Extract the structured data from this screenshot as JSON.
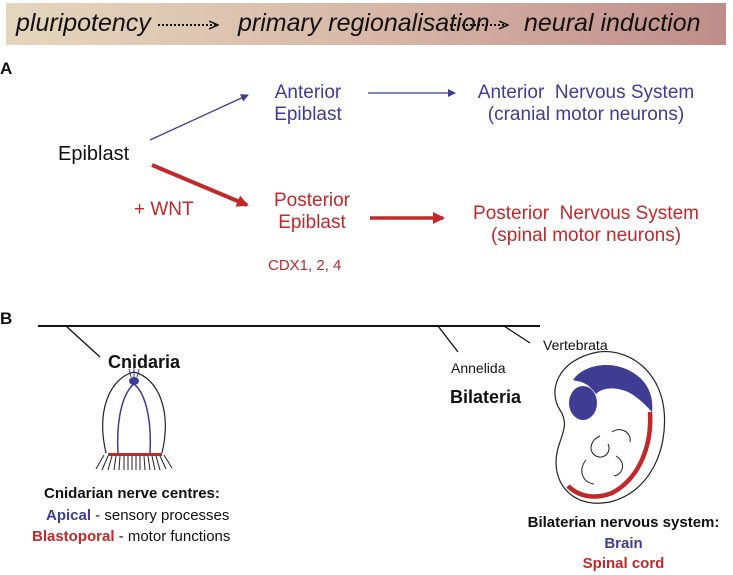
{
  "panel_a": {
    "letter": "A",
    "banner": {
      "step1": "pluripotency",
      "step2": "primary regionalisation",
      "step3": "neural induction"
    },
    "epiblast": "Epiblast",
    "wnt": "+ WNT",
    "anterior_epiblast": [
      "Anterior",
      "Epiblast"
    ],
    "posterior_epiblast": [
      "Posterior",
      "Epiblast"
    ],
    "cdx": "CDX1, 2, 4",
    "anterior_ns": [
      "Anterior  Nervous System",
      "(cranial motor neurons)"
    ],
    "posterior_ns": [
      "Posterior  Nervous System",
      "(spinal motor neurons)"
    ]
  },
  "panel_b": {
    "letter": "B",
    "cnidaria": "Cnidaria",
    "annelida": "Annelida",
    "vertebrata": "Vertebrata",
    "bilateria": "Bilateria",
    "cnidarian_title": "Cnidarian nerve centres:",
    "apical": "Apical",
    "apical_desc": " - sensory processes",
    "blastoporal": "Blastoporal",
    "blastoporal_desc": " - motor functions",
    "bilaterian_title": "Bilaterian nervous system:",
    "brain": "Brain",
    "spinal_cord": "Spinal cord"
  },
  "colors": {
    "anterior_blue": "#3f3d93",
    "posterior_red": "#c0282a",
    "banner_left": "#e4d6bd",
    "banner_right": "#bf8d89"
  }
}
